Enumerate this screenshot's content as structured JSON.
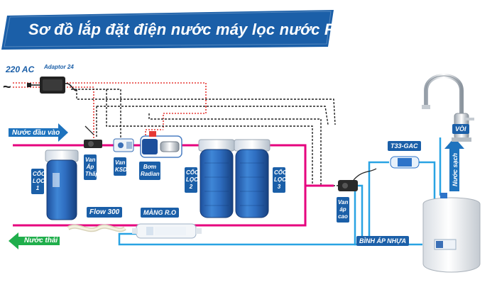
{
  "title": "Sơ đồ lắp đặt điện nước máy lọc nước RO",
  "power": {
    "source": "220 AC",
    "tilde": "~",
    "adaptor": "Adaptor 24"
  },
  "flows": {
    "inlet": "Nước đầu vào",
    "waste": "Nước thải",
    "clean": "Nước sạch"
  },
  "components": {
    "coc_loc_1": [
      "CỐC",
      "LỌC",
      "1"
    ],
    "coc_loc_2": [
      "CỐC",
      "LỌC",
      "2"
    ],
    "coc_loc_3": [
      "CỐC",
      "LỌC",
      "3"
    ],
    "van_ap_thap": [
      "Van",
      "Áp",
      "Thấp"
    ],
    "van_ksd": [
      "Van",
      "KSD"
    ],
    "bom_radian": [
      "Bơm",
      "Radian"
    ],
    "van_ap_cao": [
      "Van",
      "áp",
      "cao"
    ],
    "flow": "Flow 300",
    "mang_ro": "MÀNG R.O",
    "t33": "T33-GAC",
    "voi": "VÒI",
    "binh_ap": "BÌNH ÁP NHỰA"
  },
  "colors": {
    "inlet_pipe": "#e6007e",
    "clean_pipe": "#29a3e3",
    "power_wire": "#e53935",
    "signal_wire": "#222222",
    "tag_bg": "#1b5fa8",
    "arrow_blue": "#1e73be",
    "arrow_green": "#1fae4b",
    "title_bg": "#1b5fa8"
  }
}
